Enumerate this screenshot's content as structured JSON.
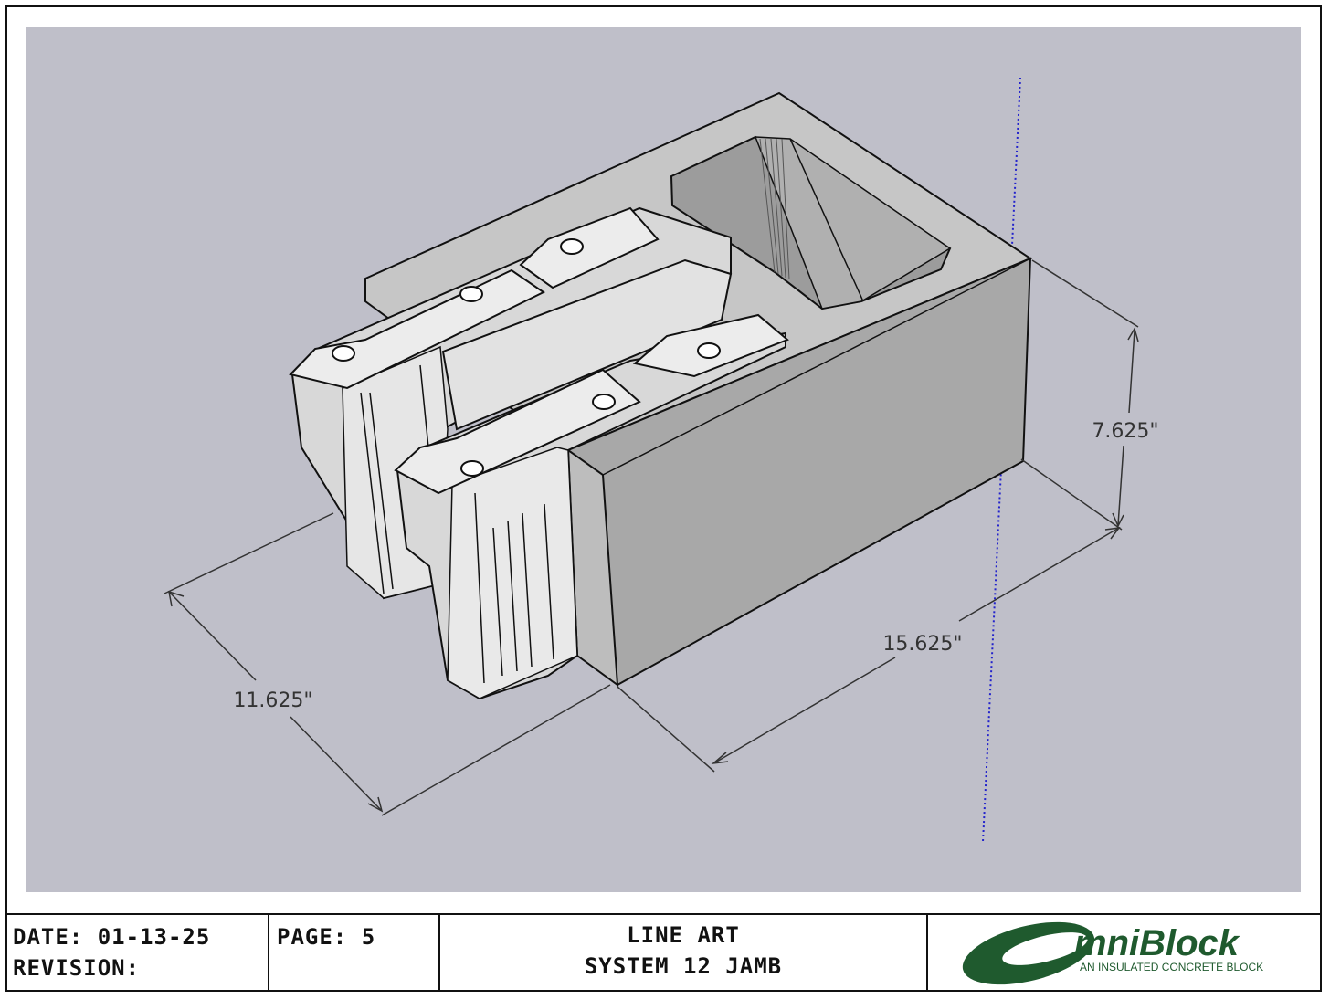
{
  "drawing": {
    "dimensions": {
      "height": "7.625\"",
      "length": "15.625\"",
      "width": "11.625\""
    }
  },
  "title_block": {
    "date_label": "DATE:",
    "date_value": "01-13-25",
    "revision_label": "REVISION:",
    "revision_value": "",
    "page_label": "PAGE:",
    "page_value": "5",
    "title_line1": "LINE ART",
    "title_line2": "SYSTEM 12 JAMB"
  },
  "logo": {
    "brand": "mniBlock",
    "brand_initial": "O",
    "tagline": "AN INSULATED CONCRETE BLOCK",
    "color": "#1f5a2e"
  },
  "colors": {
    "background": "#bfbfc9",
    "block_face": "#a9a9a9",
    "block_top": "#c7c7c7",
    "connector": "#e8e8e8",
    "axis_line": "#2222cc"
  }
}
